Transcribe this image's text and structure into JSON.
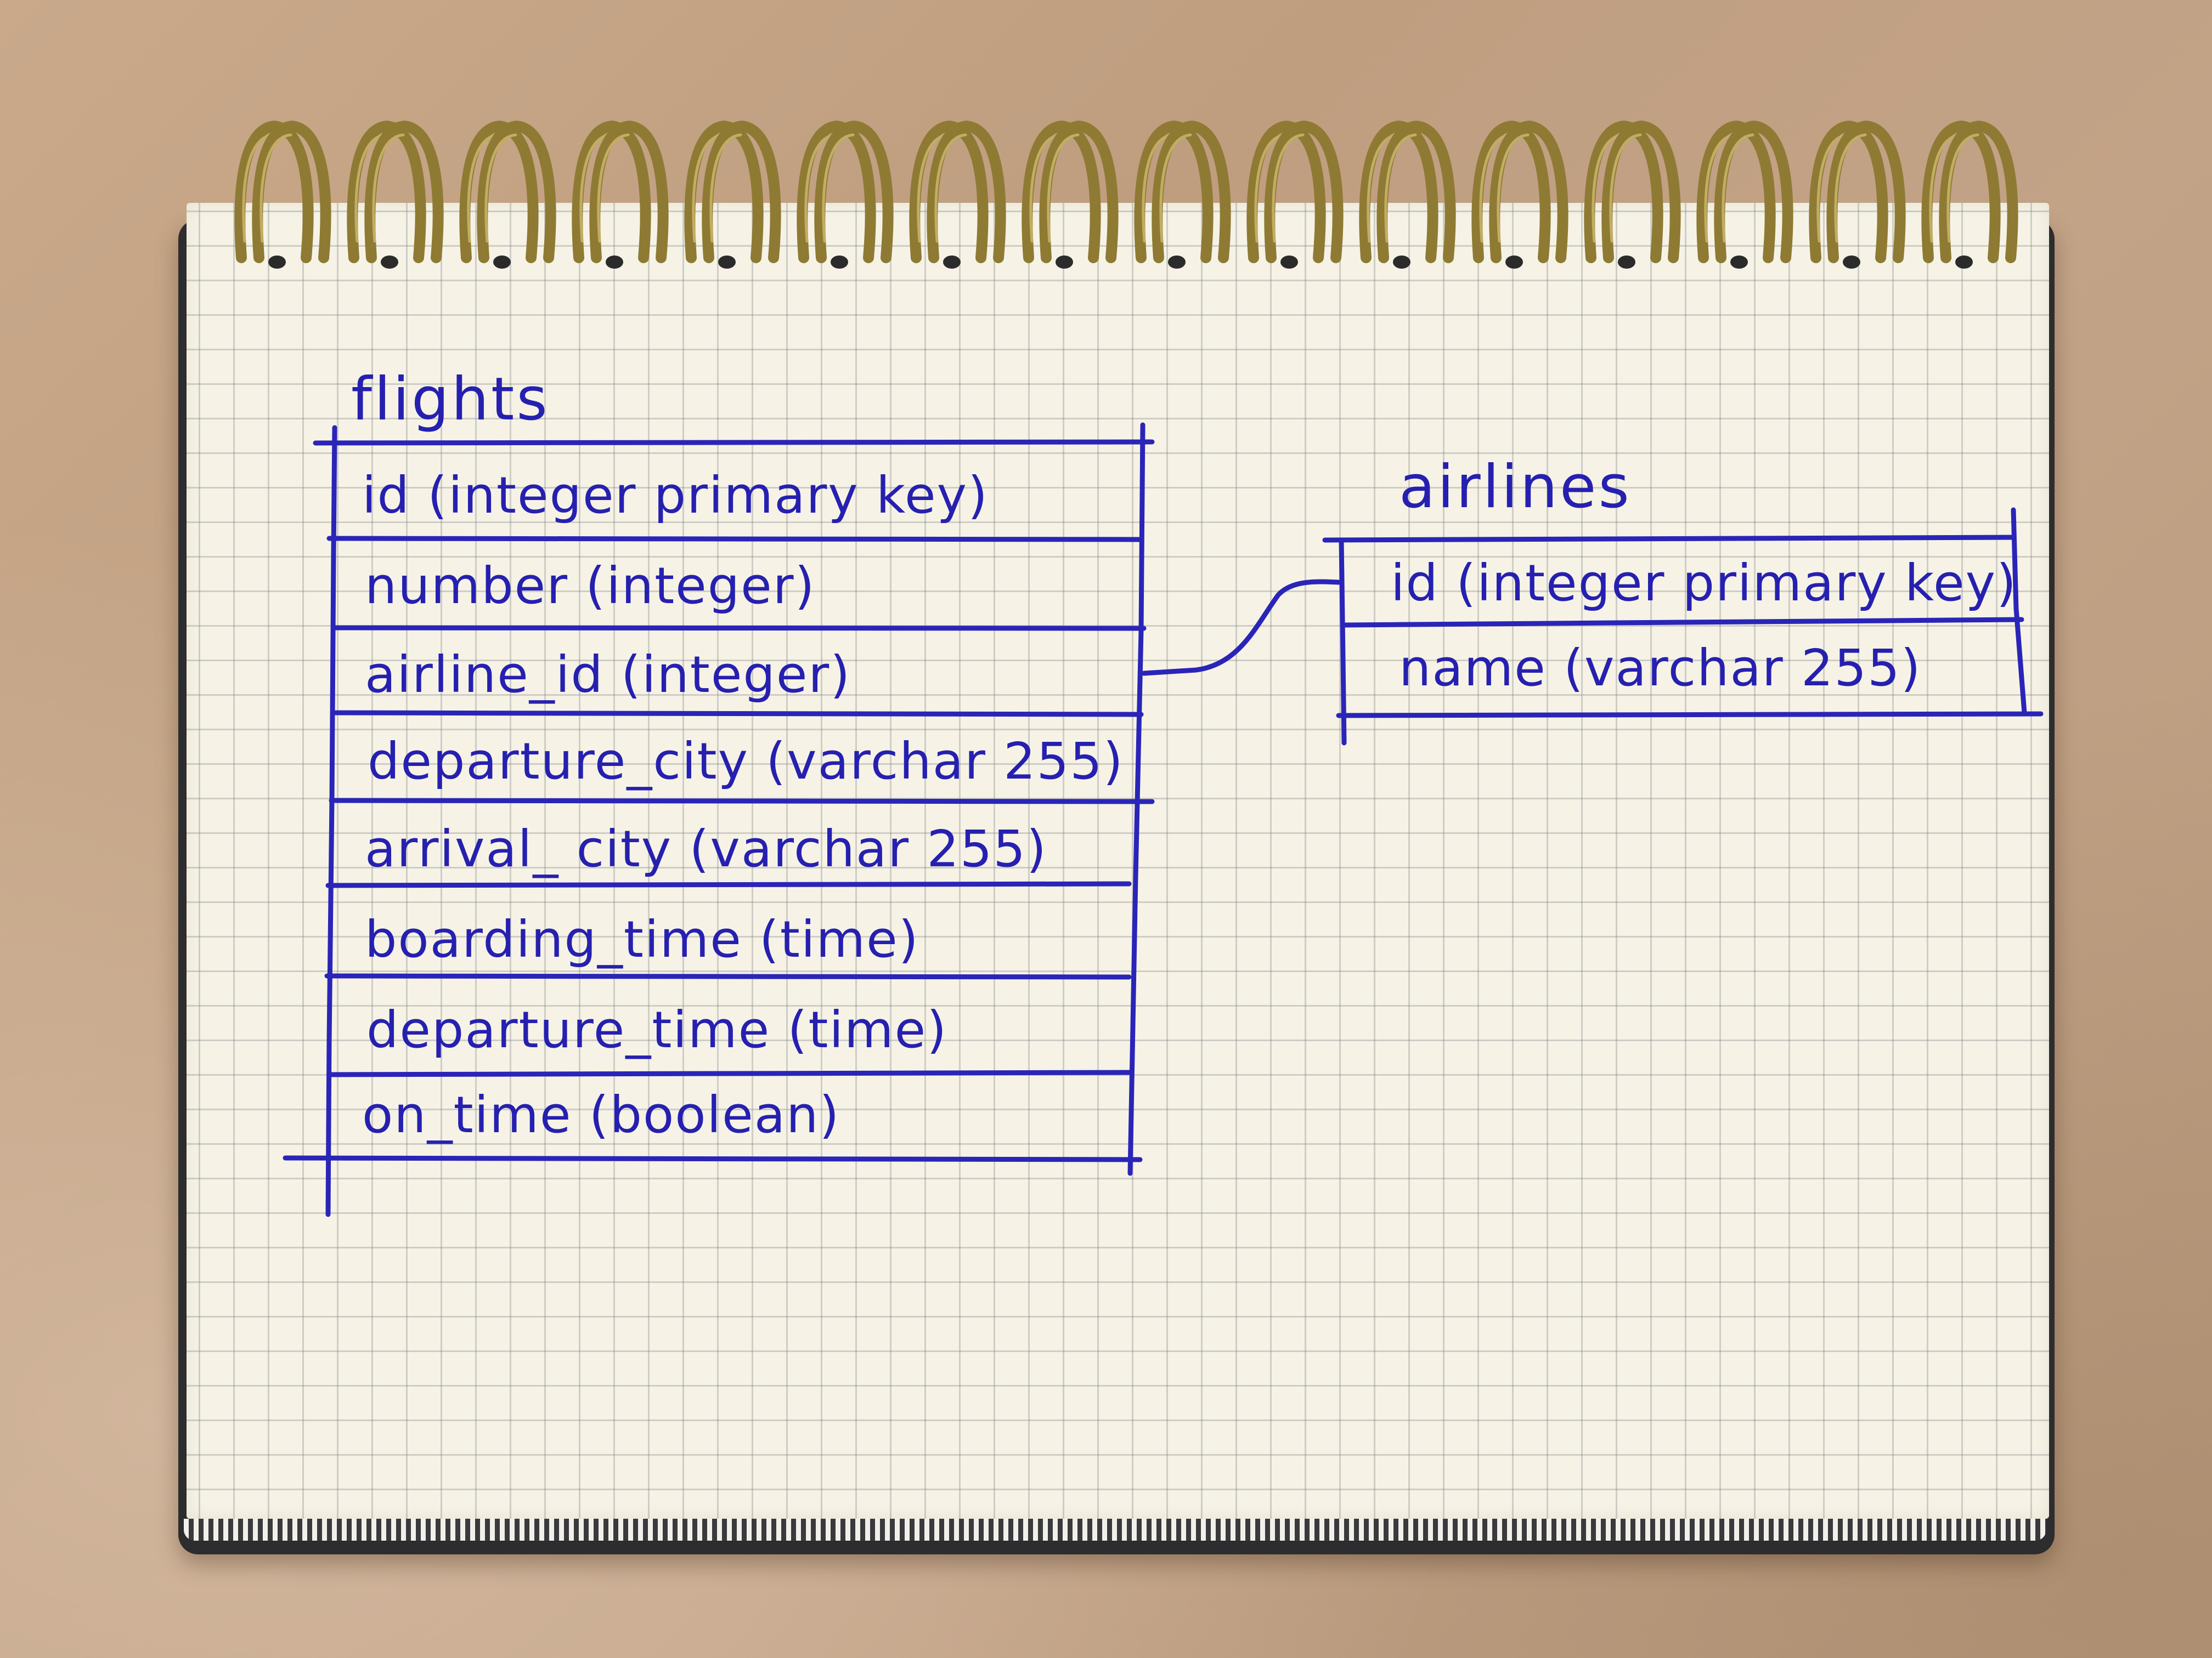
{
  "diagram": {
    "ink_color": "#2a25b8",
    "paper_color": "#f6f3e6",
    "tables": [
      {
        "name": "flights",
        "columns": [
          "id (integer primary key)",
          "number (integer)",
          "airline_id (integer)",
          "departure_city (varchar 255)",
          "arrival_ city (varchar 255)",
          "boarding_time (time)",
          "departure_time (time)",
          "on_time (boolean)"
        ]
      },
      {
        "name": "airlines",
        "columns": [
          "id (integer primary key)",
          "name (varchar 255)"
        ]
      }
    ]
  }
}
